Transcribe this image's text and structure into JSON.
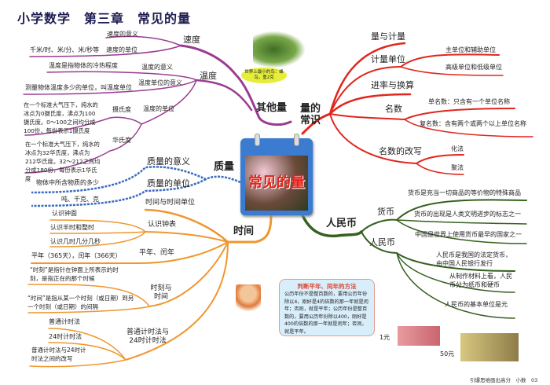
{
  "title": "小学数学　第三章　常见的量",
  "center": {
    "label": "常见的量",
    "bird_caption": "世界上最小的鸟：蜂鸟，重2克"
  },
  "colors": {
    "other": "#9a3c92",
    "knowledge": "#e0261e",
    "quality": "#3a6bc0",
    "time": "#f0962e",
    "rmb": "#35601f"
  },
  "other": {
    "label": "其他量",
    "speed": {
      "label": "速度",
      "items": [
        "速度的意义",
        "速度的单位"
      ],
      "unit_detail": "千米/时、米/分、米/秒等"
    },
    "temp": {
      "label": "温度",
      "meaning": "温度的意义",
      "meaning_detail": "温度是指物体的冷热程度",
      "unit_meaning": "温度单位的意义",
      "unit_meaning_detail": "测量物体温度多少的单位，叫温度单位",
      "unit": "温度的单位",
      "celsius": "摄氏度",
      "celsius_detail": "在一个标准大气压下，纯水的冰点为0摄氏度，沸点为100摄氏度。0～100之间均分成100份，每份表示1摄氏度",
      "fahrenheit": "华氏度",
      "fahrenheit_detail": "在一个标准大气压下，纯水的冰点为32华氏度，沸点为212华氏度。32～212之间均分成180份，每份表示1华氏度"
    }
  },
  "knowledge": {
    "label": "量的常识",
    "measure": "量与计量",
    "unit": "计量单位",
    "unit_items": [
      "主单位和辅助单位",
      "高级单位和低级单位"
    ],
    "rate": "进率与换算",
    "number": "名数",
    "single": "单名数：只含有一个单位名称",
    "compound": "复名数：含有两个或两个以上单位名称",
    "rewrite": "名数的改写",
    "rewrite_items": [
      "化法",
      "聚法"
    ]
  },
  "quality": {
    "label": "质量",
    "meaning": "质量的意义",
    "meaning_detail": "物体中所含物质的多少",
    "unit": "质量的单位",
    "unit_detail": "吨、千克、克"
  },
  "time": {
    "label": "时间",
    "unit": "时间与时间单位",
    "clock": "认识钟表",
    "clock_items": [
      "认识钟面",
      "认识半时和整时",
      "认识几时几分几秒"
    ],
    "year": "平年、闰年",
    "year_detail": "平年（365天），闰年（366天）",
    "moment": "时刻与时间",
    "moment_detail": "“时刻”是指针在钟面上所表示的时刻，是指正在的那个时候",
    "period_detail": "“时间”是指从某一个时刻（或日期）到另一个时刻（或日期）的间隔",
    "system": "普通计时法与24时计时法",
    "system_items": [
      "普通计时法",
      "24时计时法",
      "普通计时法与24时计时法之间的改写"
    ]
  },
  "rmb": {
    "label": "人民币",
    "currency": "货币",
    "currency_items": [
      "货币是充当一切商品的等价物的特殊商品",
      "货币的出现是人类文明进步的标志之一",
      "中国是世界上使用货币最早的国家之一"
    ],
    "rmb": "人民币",
    "rmb_items": [
      "人民币是我国的法定货币，由中国人民银行发行",
      "从制作材料上看，人民币分为纸币和硬币",
      "人民币的基本单位是元"
    ],
    "bill1": "1元",
    "bill50": "50元"
  },
  "note": {
    "title": "判断平年、闰年的方法",
    "body": "公历年份不是整百数的，要用公历年份除以4，刚好是4的倍数的那一年就是闰年；否则，就是平年；公历年份是整百数的，要用公历年份除以400，刚好是400的倍数的那一年就是闰年；否则，就是平年。"
  },
  "footer": "引爆思维画出高分　小数　03"
}
